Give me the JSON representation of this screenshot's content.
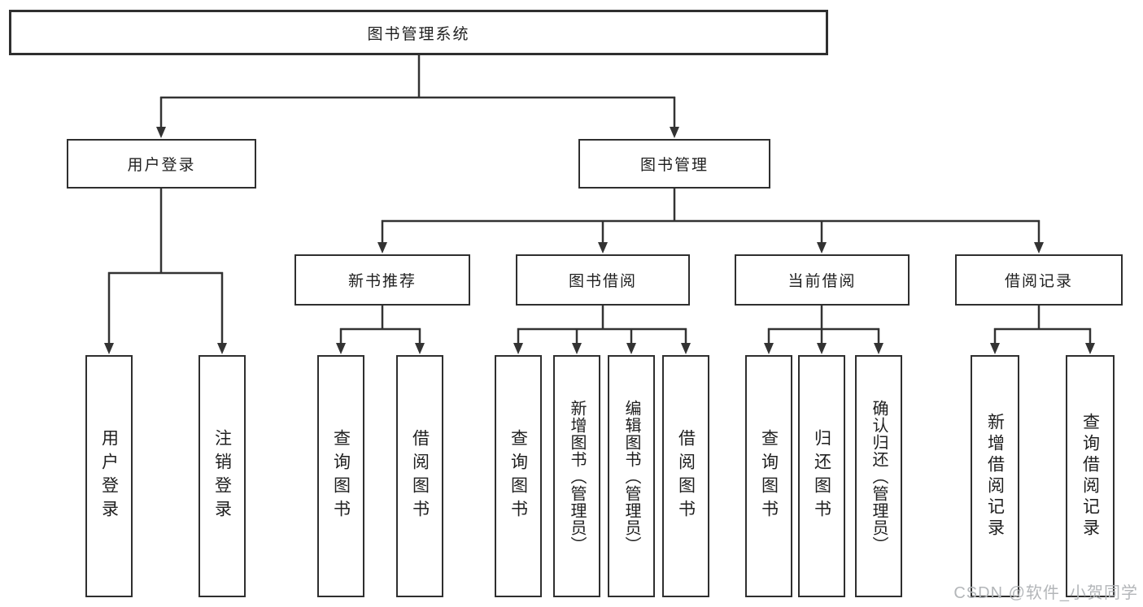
{
  "diagram": {
    "title": "图书管理系统",
    "level2": [
      {
        "label": "用户登录"
      },
      {
        "label": "图书管理"
      }
    ],
    "level3": [
      {
        "label": "新书推荐",
        "parent": "图书管理"
      },
      {
        "label": "图书借阅",
        "parent": "图书管理"
      },
      {
        "label": "当前借阅",
        "parent": "图书管理"
      },
      {
        "label": "借阅记录",
        "parent": "图书管理"
      }
    ],
    "leaves": [
      {
        "label": "用户登录",
        "parent": "用户登录"
      },
      {
        "label": "注销登录",
        "parent": "用户登录"
      },
      {
        "label": "查询图书",
        "parent": "新书推荐"
      },
      {
        "label": "借阅图书",
        "parent": "新书推荐"
      },
      {
        "label": "查询图书",
        "parent": "图书借阅"
      },
      {
        "label": "新增图书（管理员）",
        "parent": "图书借阅"
      },
      {
        "label": "编辑图书（管理员）",
        "parent": "图书借阅"
      },
      {
        "label": "借阅图书",
        "parent": "图书借阅"
      },
      {
        "label": "查询图书",
        "parent": "当前借阅"
      },
      {
        "label": "归还图书",
        "parent": "当前借阅"
      },
      {
        "label": "确认归还（管理员）",
        "parent": "当前借阅"
      },
      {
        "label": "新增借阅记录",
        "parent": "借阅记录"
      },
      {
        "label": "查询借阅记录",
        "parent": "借阅记录"
      }
    ]
  },
  "watermark": {
    "text": "CSDN @软件_小贺同学"
  },
  "colors": {
    "line": "#333333",
    "border": "#2f2f2f",
    "text": "#1f1f1f",
    "watermark": "#b3b6b9",
    "background": "#ffffff"
  }
}
